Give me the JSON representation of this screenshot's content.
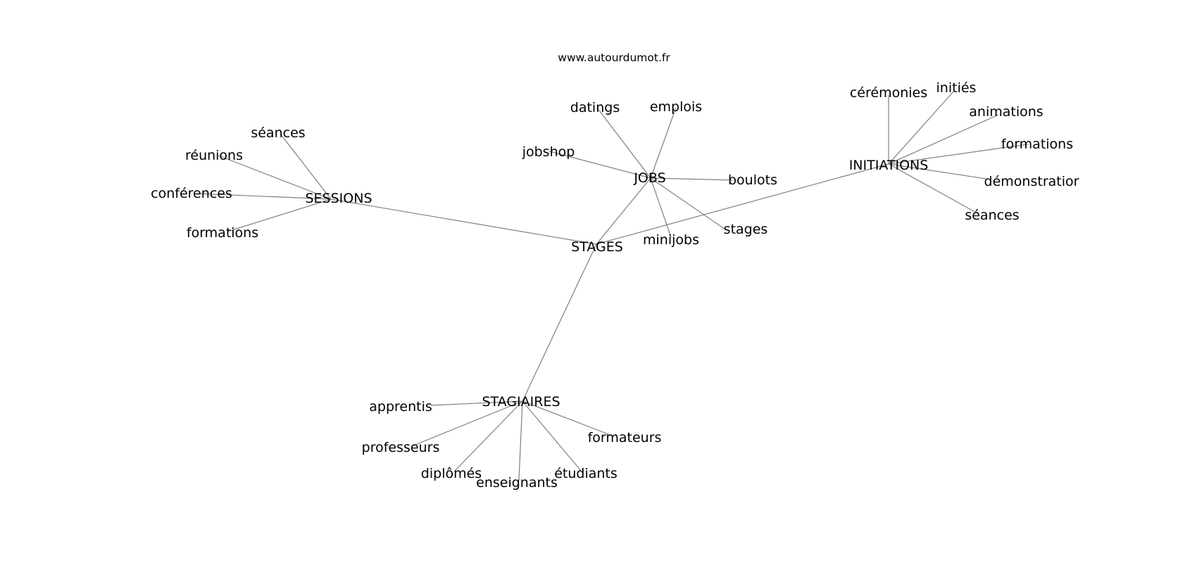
{
  "source": "www.autourdumot.fr",
  "nodes": {
    "stages_center": "STAGES",
    "jobs": "JOBS",
    "sessions": "SESSIONS",
    "initiations": "INITIATIONS",
    "stagiaires": "STAGIAIRES",
    "datings": "datings",
    "emplois": "emplois",
    "jobshop": "jobshop",
    "boulots": "boulots",
    "stages_leaf": "stages",
    "minijobs": "minijobs",
    "seances_sessions": "séances",
    "reunions": "réunions",
    "conferences": "conférences",
    "formations_sessions": "formations",
    "ceremonies": "cérémonies",
    "inities": "initiés",
    "animations": "animations",
    "formations_initiations": "formations",
    "demonstration": "démonstratior",
    "seances_initiations": "séances",
    "apprentis": "apprentis",
    "professeurs": "professeurs",
    "diplomes": "diplômés",
    "enseignants": "enseignants",
    "etudiants": "étudiants",
    "formateurs": "formateurs"
  },
  "edges": [
    [
      "stages_center",
      "jobs"
    ],
    [
      "stages_center",
      "sessions"
    ],
    [
      "stages_center",
      "initiations"
    ],
    [
      "stages_center",
      "stagiaires"
    ],
    [
      "jobs",
      "datings"
    ],
    [
      "jobs",
      "emplois"
    ],
    [
      "jobs",
      "jobshop"
    ],
    [
      "jobs",
      "boulots"
    ],
    [
      "jobs",
      "stages_leaf"
    ],
    [
      "jobs",
      "minijobs"
    ],
    [
      "sessions",
      "seances_sessions"
    ],
    [
      "sessions",
      "reunions"
    ],
    [
      "sessions",
      "conferences"
    ],
    [
      "sessions",
      "formations_sessions"
    ],
    [
      "initiations",
      "ceremonies"
    ],
    [
      "initiations",
      "inities"
    ],
    [
      "initiations",
      "animations"
    ],
    [
      "initiations",
      "formations_initiations"
    ],
    [
      "initiations",
      "demonstration"
    ],
    [
      "initiations",
      "seances_initiations"
    ],
    [
      "stagiaires",
      "apprentis"
    ],
    [
      "stagiaires",
      "professeurs"
    ],
    [
      "stagiaires",
      "diplomes"
    ],
    [
      "stagiaires",
      "enseignants"
    ],
    [
      "stagiaires",
      "etudiants"
    ],
    [
      "stagiaires",
      "formateurs"
    ]
  ]
}
